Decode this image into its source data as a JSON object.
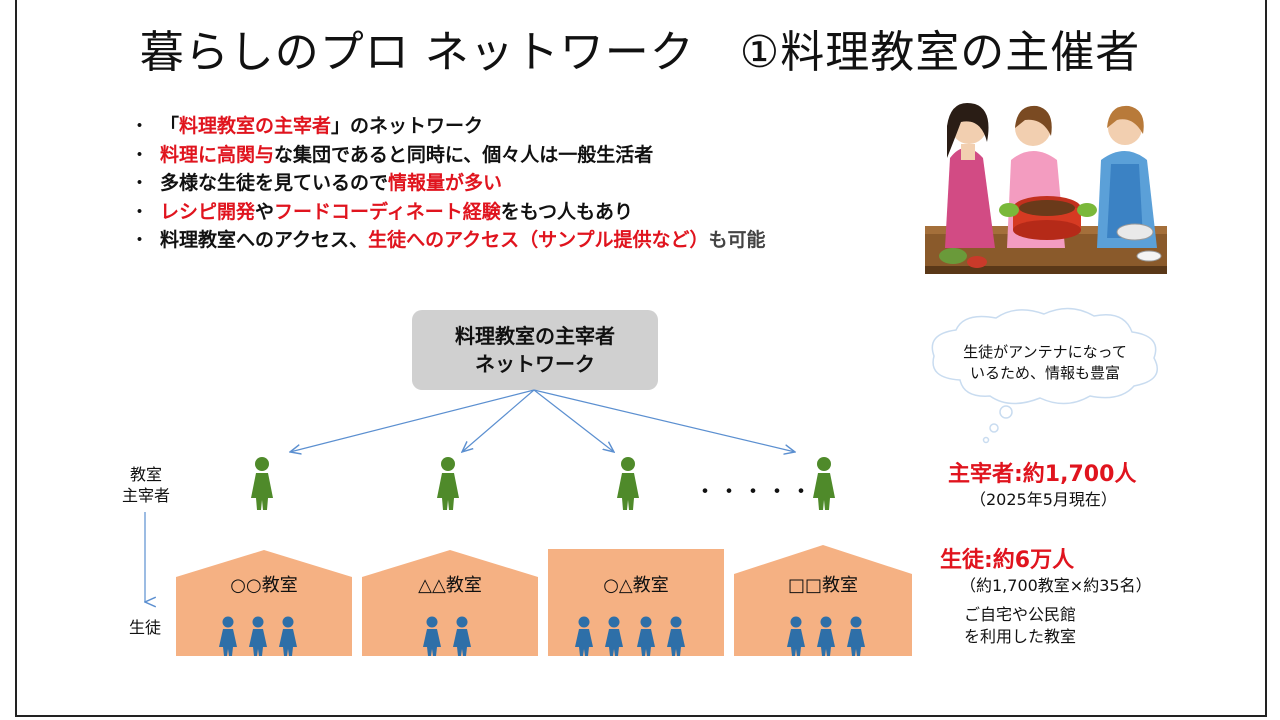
{
  "title": "暮らしのプロ ネットワーク　①料理教室の主催者",
  "bullets": [
    {
      "segments": [
        [
          "「",
          ""
        ],
        [
          "料理教室の主宰者",
          "red"
        ],
        [
          "」のネットワーク",
          ""
        ]
      ]
    },
    {
      "segments": [
        [
          "料理に高関与",
          "red"
        ],
        [
          "な集団であると同時に、個々人は一般生活者",
          ""
        ]
      ]
    },
    {
      "segments": [
        [
          "多様な生徒を見ているので",
          ""
        ],
        [
          "情報量が多い",
          "red"
        ]
      ]
    },
    {
      "segments": [
        [
          "レシピ開発",
          "red"
        ],
        [
          "や",
          ""
        ],
        [
          "フードコーディネート経験",
          "red"
        ],
        [
          "をもつ人もあり",
          ""
        ]
      ]
    },
    {
      "segments": [
        [
          "料理教室へのアクセス、",
          ""
        ],
        [
          "生徒へのアクセス（サンプル提供など）",
          "red"
        ],
        [
          "も可能",
          "gray"
        ]
      ]
    }
  ],
  "bullet_mark": "・",
  "network_box": {
    "line1": "料理教室の主宰者",
    "line2": "ネットワーク"
  },
  "side_labels": {
    "organizer_line1": "教室",
    "organizer_line2": "主宰者",
    "students": "生徒"
  },
  "ellipsis": "・・・・・",
  "classrooms": [
    {
      "label": "○○教室",
      "students": 3
    },
    {
      "label": "△△教室",
      "students": 2
    },
    {
      "label": "○△教室",
      "students": 4
    },
    {
      "label": "□□教室",
      "students": 3
    }
  ],
  "cloud": {
    "line1": "生徒がアンテナになって",
    "line2": "いるため、情報も豊富"
  },
  "stats": {
    "organizers": "主宰者:約1,700人",
    "organizers_note": "（2025年5月現在）",
    "students": "生徒:約6万人",
    "students_note": "（約1,700教室×約35名）"
  },
  "note": {
    "line1": "ご自宅や公民館",
    "line2": "を利用した教室"
  },
  "colors": {
    "red": "#e0141e",
    "organizer": "#4f8a2a",
    "student": "#2e6fa8",
    "house": "#f5b183",
    "box": "#d0d0d0",
    "arrow": "#5b8fd0"
  }
}
